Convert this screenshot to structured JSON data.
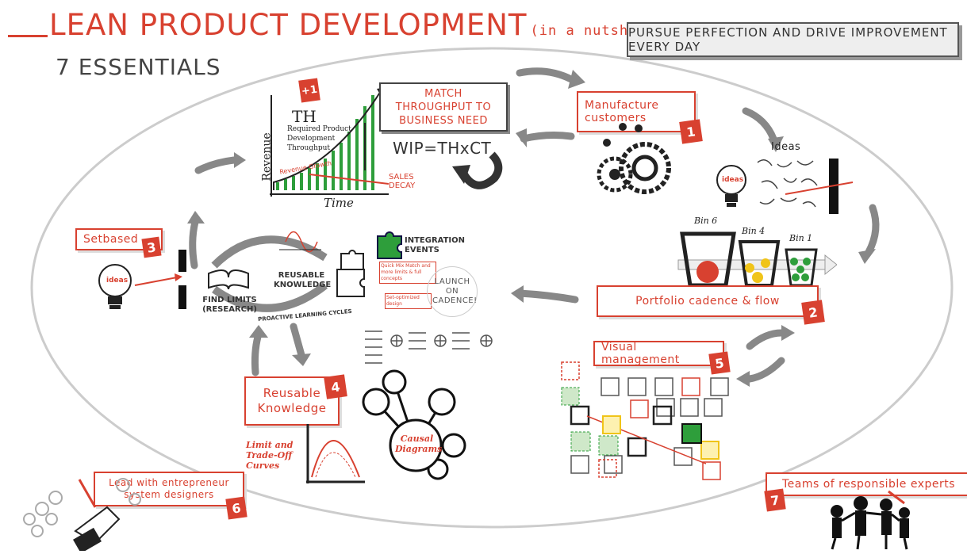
{
  "header": {
    "title": "LEAN PRODUCT DEVELOPMENT",
    "title_suffix": "(in a nutshell)",
    "subtitle": "7 ESSENTIALS",
    "banner": "PURSUE PERFECTION AND DRIVE IMPROVEMENT EVERY DAY"
  },
  "graph": {
    "plus_one": "+1",
    "th": "TH",
    "required": "Required Product Development Throughput",
    "revenue": "Revenue",
    "revenue_growth": "Revenue Growth",
    "sales_decay": "SALES DECAY",
    "time": "Time"
  },
  "match": {
    "label": "MATCH THROUGHPUT TO BUSINESS NEED",
    "formula": "WIP=THxCT"
  },
  "essentials": {
    "e1": {
      "label": "Manufacture customers",
      "num": "1"
    },
    "e2": {
      "label": "Portfolio cadence & flow",
      "num": "2"
    },
    "e3": {
      "label": "Setbased",
      "num": "3"
    },
    "e4": {
      "label": "Reusable Knowledge",
      "num": "4"
    },
    "e5": {
      "label": "Visual management",
      "num": "5"
    },
    "e6": {
      "label": "Lead with entrepreneur system designers",
      "num": "6"
    },
    "e7": {
      "label": "Teams of responsible experts",
      "num": "7"
    }
  },
  "ideas": {
    "label": "Ideas",
    "bulb": "ideas"
  },
  "bins": [
    "Bin 6",
    "Bin 4",
    "Bin 1"
  ],
  "center": {
    "find_limits": "FIND LIMITS (RESEARCH)",
    "reusable": "REUSABLE KNOWLEDGE",
    "proactive": "PROACTIVE LEARNING CYCLES",
    "integration": "INTEGRATION EVENTS",
    "launch": "LAUNCH ON CADENCE!",
    "sub1": "Quick Mix Match and more limits & full concepts",
    "sub2": "Set-optimized design"
  },
  "knowledge": {
    "curves": "Limit and Trade-Off Curves",
    "causal": "Causal Diagrams"
  },
  "colors": {
    "accent": "#d84130",
    "green": "#2e9e3b",
    "yellow": "#f0c419",
    "gray": "#888888"
  }
}
